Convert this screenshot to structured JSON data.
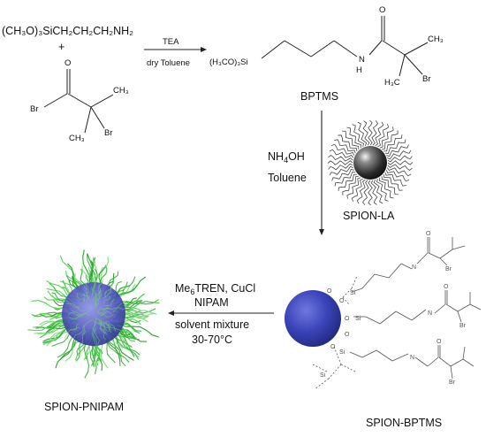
{
  "reactants": {
    "silane": "(CH₃O)₃SiCH₂CH₂CH₂NH₂",
    "plus": "+",
    "bromide_atoms": {
      "oxygen": "O",
      "bromine": "Br",
      "methyl_a": "CH₃",
      "methyl_b": "CH₃"
    }
  },
  "step1": {
    "reagent": "TEA",
    "solvent": "dry Toluene"
  },
  "product": {
    "silyl": "(H₃CO)₃Si",
    "nh": "N",
    "h": "H",
    "oxygen": "O",
    "methyl_a": "CH₃",
    "methyl_b": "H₃C",
    "bromine": "Br",
    "name": "BPTMS"
  },
  "step2": {
    "reagent_base": "NH",
    "reagent_sub": "4",
    "reagent_tail": "OH",
    "solvent": "Toluene"
  },
  "spion_la": {
    "name": "SPION-LA"
  },
  "step3": {
    "line1_a": "Me",
    "line1_sub": "6",
    "line1_b": "TREN, CuCl",
    "line2": "NIPAM",
    "line3": "solvent mixture",
    "line4": "30-70°C"
  },
  "spion_bptms": {
    "name": "SPION-BPTMS",
    "atom_o": "O",
    "atom_si": "Si",
    "atom_n": "N",
    "atom_br": "Br"
  },
  "spion_pnipam": {
    "name": "SPION-PNIPAM"
  },
  "colors": {
    "core_dark": "#222222",
    "core_blue": "#2e3aa8",
    "shell_green": "#3fbf3f",
    "line": "#333333"
  }
}
